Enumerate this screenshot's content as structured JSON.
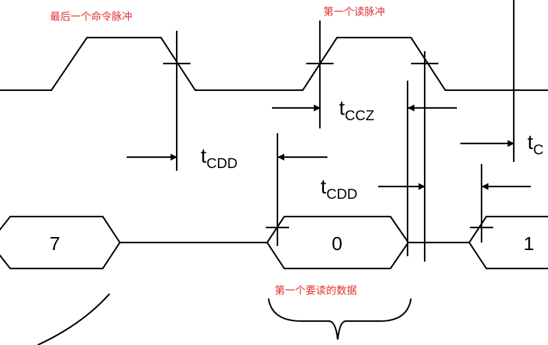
{
  "annotations": {
    "last_command_pulse": "最后一个命令脉冲",
    "first_read_pulse": "第一个读脉冲",
    "first_data_to_read": "第一个要读的数据"
  },
  "timing_labels": {
    "tccz": {
      "main": "t",
      "sub": "CCZ"
    },
    "tcdd1": {
      "main": "t",
      "sub": "CDD"
    },
    "tcdd2": {
      "main": "t",
      "sub": "CDD"
    },
    "tc": {
      "main": "t",
      "sub": "C"
    }
  },
  "data_values": {
    "d7": "7",
    "d0": "0",
    "d1": "1"
  },
  "colors": {
    "annotation": "#e03030",
    "line": "#000000",
    "background": "#ffffff"
  }
}
